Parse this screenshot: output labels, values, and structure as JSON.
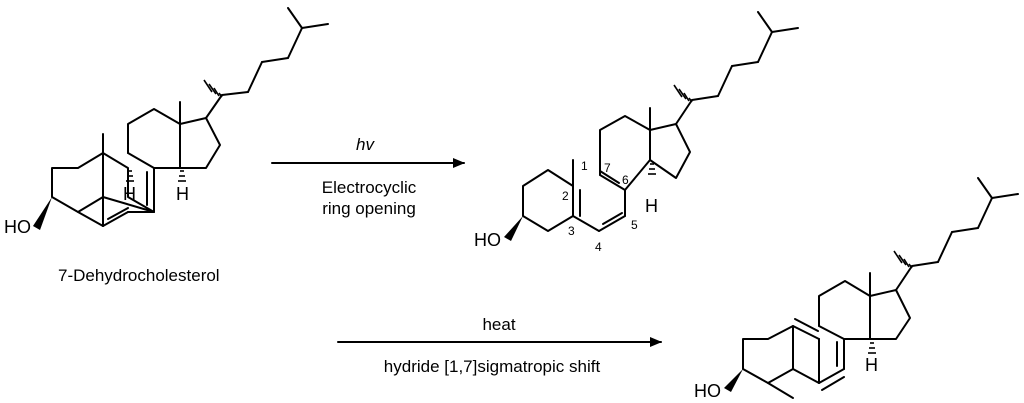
{
  "compounds": {
    "start": {
      "name": "7-Dehydrocholesterol",
      "oh_label": "HO",
      "h_labels": [
        "H",
        "H"
      ]
    },
    "intermediate": {
      "oh_label": "HO",
      "h_label": "H",
      "locants": [
        "1",
        "2",
        "3",
        "4",
        "5",
        "6",
        "7"
      ]
    },
    "product": {
      "oh_label": "HO",
      "h_label": "H"
    }
  },
  "steps": [
    {
      "above": "hv",
      "below_line1": "Electrocyclic",
      "below_line2": "ring opening"
    },
    {
      "above": "heat",
      "below_line1": "hydride [1,7]sigmatropic shift"
    }
  ]
}
